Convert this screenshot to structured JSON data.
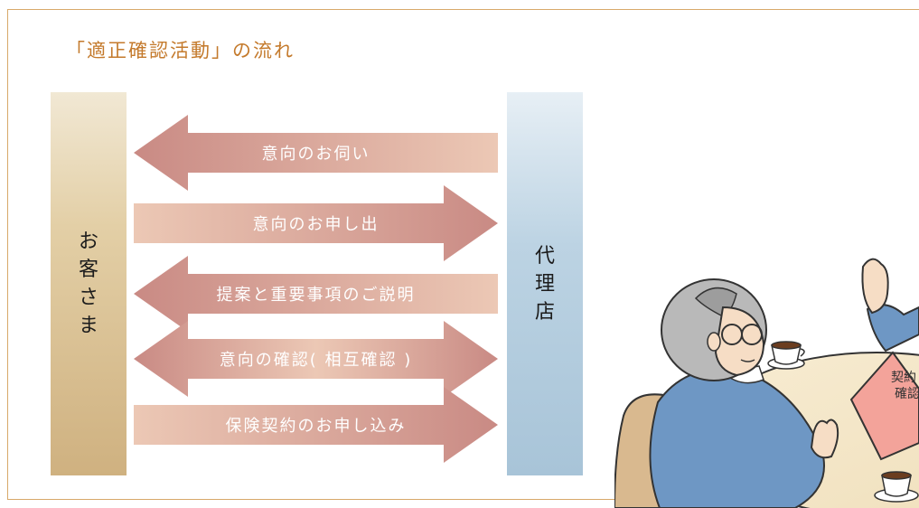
{
  "title": "「適正確認活動」の流れ",
  "left_party": [
    "お",
    "客",
    "さ",
    "ま"
  ],
  "right_party": [
    "代",
    "理",
    "店"
  ],
  "flow": [
    {
      "label": "意向のお伺い",
      "direction": "left"
    },
    {
      "label": "意向のお申し出",
      "direction": "right"
    },
    {
      "label": "提案と重要事項のご説明",
      "direction": "left"
    },
    {
      "label": "意向の確認( 相互確認 )",
      "direction": "both"
    },
    {
      "label": "保険契約のお申し込み",
      "direction": "right"
    }
  ],
  "illustration": {
    "document_text": [
      "契約",
      "確認"
    ]
  },
  "colors": {
    "title": "#c47a2c",
    "frame": "#d8a96a",
    "arrow_dark": "#c98a84",
    "arrow_light": "#ecc8b5"
  }
}
